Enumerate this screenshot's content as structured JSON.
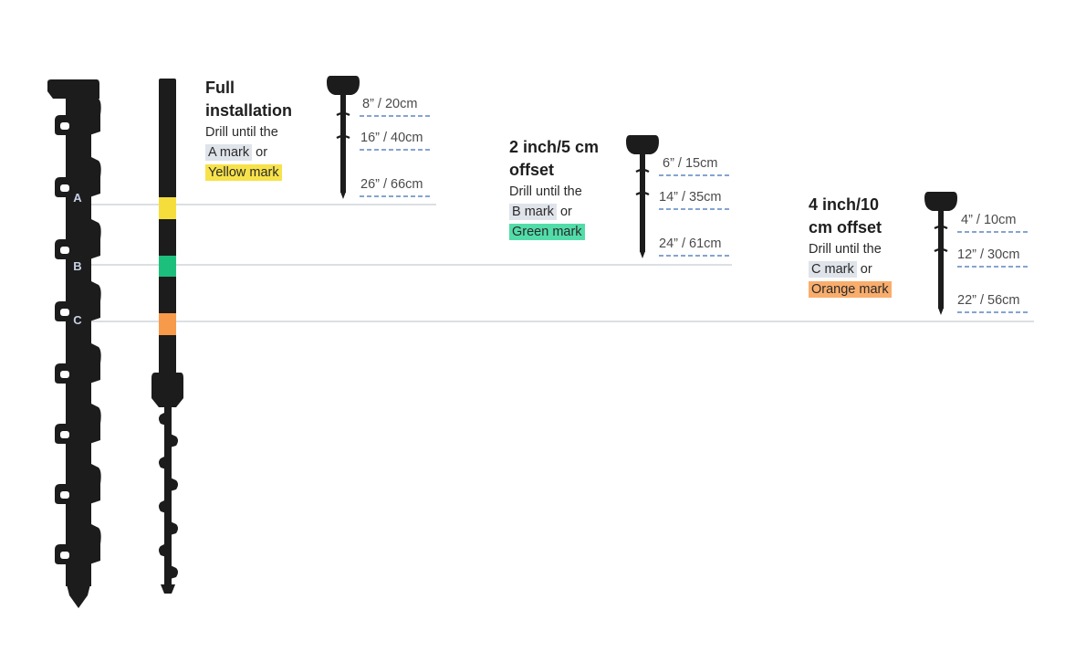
{
  "auger_labels": {
    "a": "A",
    "b": "B",
    "c": "C"
  },
  "colors": {
    "yellow": "#f5de3c",
    "green": "#1dbf7c",
    "orange": "#f79a4a",
    "shaft": "#1c1c1c",
    "dash": "#3c6eb4",
    "line": "#c8ccd2"
  },
  "sections": [
    {
      "title_line1": "Full",
      "title_line2": "installation",
      "drill_text": "Drill until the",
      "mark": "A mark",
      "or": "or",
      "color_mark": "Yellow mark",
      "color_mark_bg": "#f7e24a",
      "measurements": [
        "8” / 20cm",
        "16” / 40cm",
        "26” / 66cm"
      ]
    },
    {
      "title_line1": "2 inch/5 cm",
      "title_line2": "offset",
      "drill_text": "Drill until the",
      "mark": "B mark",
      "or": "or",
      "color_mark": "Green mark",
      "color_mark_bg": "#52dcaa",
      "measurements": [
        "6” / 15cm",
        "14” / 35cm",
        "24” / 61cm"
      ]
    },
    {
      "title_line1": "4 inch/10",
      "title_line2": "cm offset",
      "drill_text": "Drill until the",
      "mark": "C mark",
      "or": "or",
      "color_mark": "Orange mark",
      "color_mark_bg": "#f9ad6c",
      "measurements": [
        "4” / 10cm",
        "12” / 30cm",
        "22” / 56cm"
      ]
    }
  ]
}
